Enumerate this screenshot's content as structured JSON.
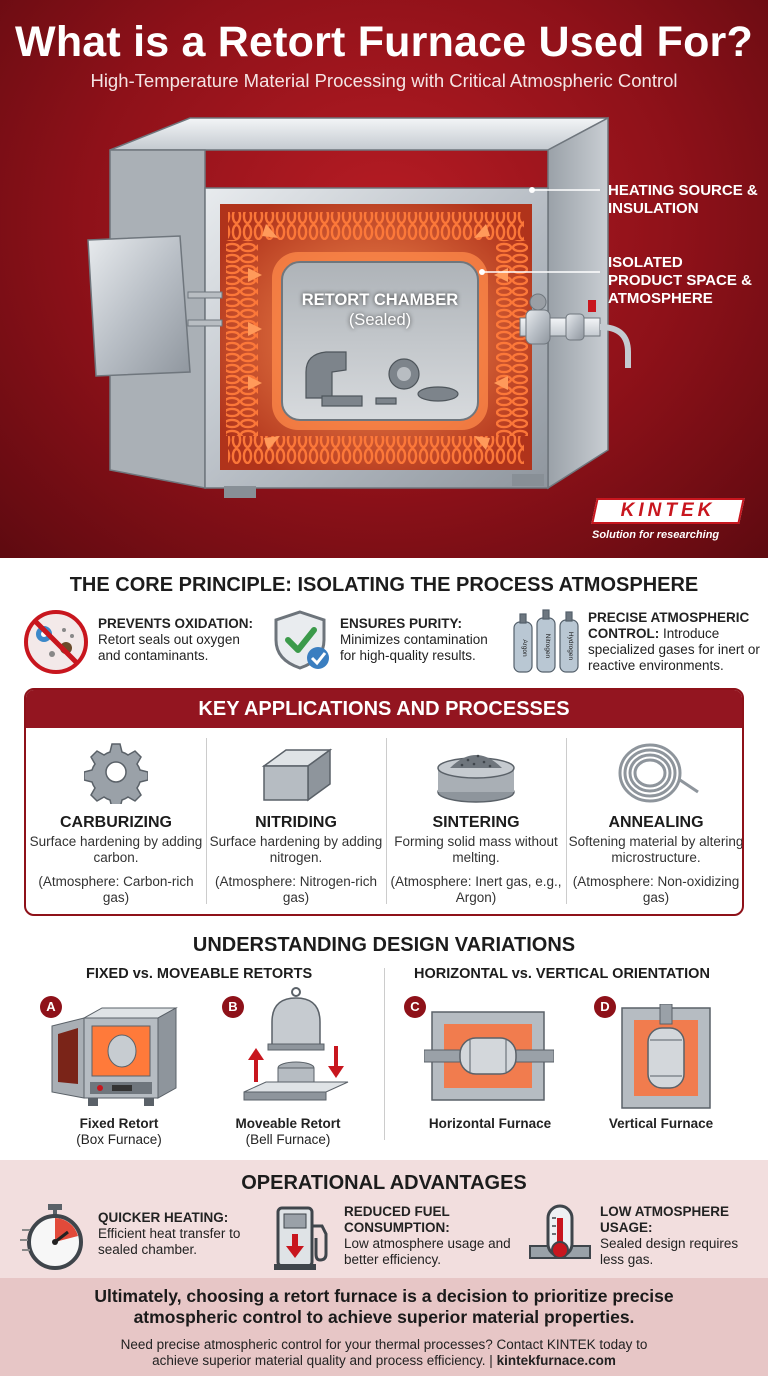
{
  "header": {
    "title": "What is a Retort Furnace Used For?",
    "subtitle": "High-Temperature Material Processing with Critical Atmospheric Control"
  },
  "hero": {
    "chamber_label": "RETORT CHAMBER",
    "chamber_sublabel": "(Sealed)",
    "callout_heating": "HEATING SOURCE & INSULATION",
    "callout_isolated": "ISOLATED PRODUCT SPACE & ATMOSPHERE",
    "brand": "KINTEK",
    "brand_tagline": "Solution for researching",
    "gas_cylinder_labels": [
      "Argon",
      "Nitrogen",
      "Hydrogen"
    ]
  },
  "core": {
    "title": "THE CORE PRINCIPLE: ISOLATING THE PROCESS ATMOSPHERE",
    "items": [
      {
        "heading": "PREVENTS OXIDATION:",
        "text": "Retort seals out oxygen and contaminants.",
        "icon": "no-oxidation-icon"
      },
      {
        "heading": "ENSURES PURITY:",
        "text": "Minimizes contamination for high-quality results.",
        "icon": "shield-check-icon"
      },
      {
        "heading": "PRECISE ATMOSPHERIC CONTROL:",
        "text": "Introduce specialized gases for inert or reactive environments.",
        "icon": "gas-cylinders-icon"
      }
    ]
  },
  "applications": {
    "title": "KEY APPLICATIONS AND PROCESSES",
    "items": [
      {
        "name": "CARBURIZING",
        "desc": "Surface hardening by adding carbon.",
        "atmosphere": "(Atmosphere: Carbon-rich gas)",
        "icon": "gear-icon"
      },
      {
        "name": "NITRIDING",
        "desc": "Surface hardening by adding nitrogen.",
        "atmosphere": "(Atmosphere: Nitrogen-rich gas)",
        "icon": "metal-block-icon"
      },
      {
        "name": "SINTERING",
        "desc": "Forming solid mass without melting.",
        "atmosphere": "(Atmosphere: Inert gas, e.g., Argon)",
        "icon": "powder-dish-icon"
      },
      {
        "name": "ANNEALING",
        "desc": "Softening material by altering microstructure.",
        "atmosphere": "(Atmosphere: Non-oxidizing gas)",
        "icon": "coil-icon"
      }
    ]
  },
  "design": {
    "title": "UNDERSTANDING DESIGN VARIATIONS",
    "left_subtitle": "FIXED vs. MOVEABLE RETORTS",
    "right_subtitle": "HORIZONTAL vs. VERTICAL ORIENTATION",
    "items": [
      {
        "badge": "A",
        "name": "Fixed Retort",
        "sub": "(Box Furnace)"
      },
      {
        "badge": "B",
        "name": "Moveable Retort",
        "sub": "(Bell Furnace)"
      },
      {
        "badge": "C",
        "name": "Horizontal Furnace",
        "sub": ""
      },
      {
        "badge": "D",
        "name": "Vertical Furnace",
        "sub": ""
      }
    ]
  },
  "advantages": {
    "title": "OPERATIONAL ADVANTAGES",
    "items": [
      {
        "heading": "QUICKER HEATING:",
        "text": "Efficient heat transfer to sealed chamber.",
        "icon": "stopwatch-icon"
      },
      {
        "heading": "REDUCED FUEL CONSUMPTION:",
        "text": "Low atmosphere usage and better efficiency.",
        "icon": "fuel-pump-icon"
      },
      {
        "heading": "LOW ATMOSPHERE USAGE:",
        "text": "Sealed design requires less gas.",
        "icon": "thermometer-pipe-icon"
      }
    ]
  },
  "conclusion": {
    "main": "Ultimately, choosing a retort furnace is a decision to prioritize precise atmospheric control to achieve superior material properties.",
    "cta": "Need precise atmospheric control for your thermal processes? Contact KINTEK today to achieve superior material quality and process efficiency.",
    "separator": "|",
    "url": "kintekfurnace.com"
  },
  "colors": {
    "brand_red": "#8e1119",
    "accent_red": "#c8161e",
    "heating_orange": "#ff6a2a",
    "advantages_bg": "#f2dede",
    "conclusion_bg": "#e7c6c6"
  }
}
